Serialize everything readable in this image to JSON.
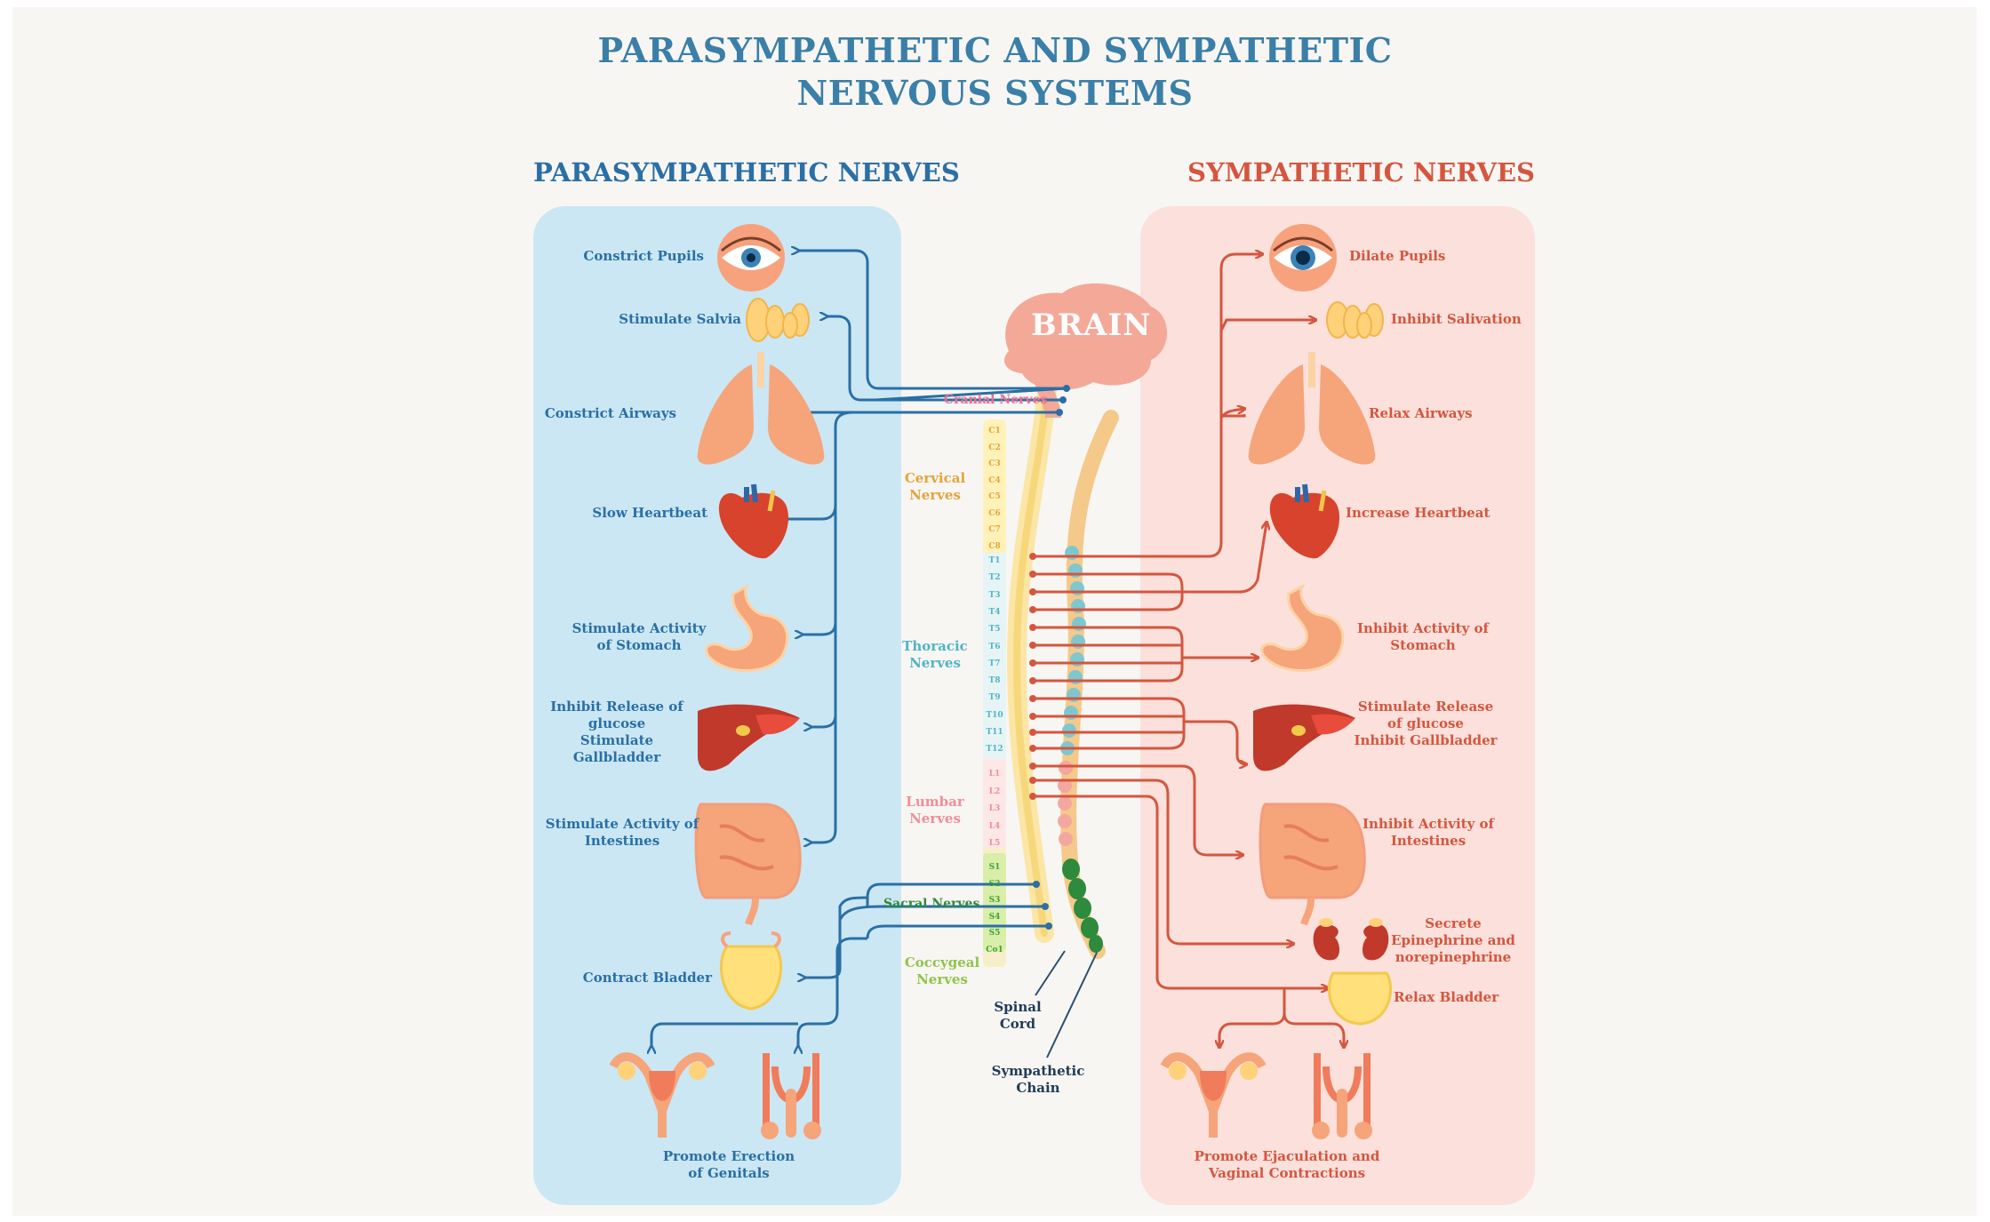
{
  "title": {
    "line1": "PARASYMPATHETIC AND SYMPATHETIC",
    "line2": "NERVOUS SYSTEMS"
  },
  "parasympathetic": {
    "heading": "PARASYMPATHETIC NERVES",
    "labels": {
      "pupils": "Constrict Pupils",
      "saliva": "Stimulate Salvia",
      "airways": "Constrict Airways",
      "heart": "Slow Heartbeat",
      "stomach": "Stimulate Activity\nof Stomach",
      "liver": "Inhibit Release of\nglucose\nStimulate Gallbladder",
      "intestines": "Stimulate Activity of\nIntestines",
      "bladder": "Contract Bladder",
      "genitals": "Promote Erection\nof Genitals"
    }
  },
  "sympathetic": {
    "heading": "SYMPATHETIC NERVES",
    "labels": {
      "pupils": "Dilate Pupils",
      "saliva": "Inhibit Salivation",
      "airways": "Relax Airways",
      "heart": "Increase Heartbeat",
      "stomach": "Inhibit Activity of\nStomach",
      "liver": "Stimulate Release\nof glucose\nInhibit Gallbladder",
      "intestines": "Inhibit Activity of\nIntestines",
      "adrenal": "Secrete\nEpinephrine and\nnorepinephrine",
      "bladder": "Relax Bladder",
      "genitals": "Promote Ejaculation and\nVaginal Contractions"
    }
  },
  "center": {
    "brain": "BRAIN",
    "cranial": "Cranial Nerves",
    "cervical": "Cervical\nNerves",
    "thoracic": "Thoracic\nNerves",
    "lumbar": "Lumbar\nNerves",
    "sacral": "Sacral Nerves",
    "coccygeal": "Coccygeal\nNerves",
    "spinal_cord": "Spinal\nCord",
    "sympathetic_chain": "Sympathetic\nChain"
  },
  "vertebrae": {
    "cervical": [
      "C1",
      "C2",
      "C3",
      "C4",
      "C5",
      "C6",
      "C7",
      "C8"
    ],
    "thoracic": [
      "T1",
      "T2",
      "T3",
      "T4",
      "T5",
      "T6",
      "T7",
      "T8",
      "T9",
      "T10",
      "T11",
      "T12"
    ],
    "lumbar": [
      "L1",
      "L2",
      "L3",
      "L4",
      "L5"
    ],
    "sacral": [
      "S1",
      "S2",
      "S3",
      "S4",
      "S5",
      "Co1"
    ]
  },
  "colors": {
    "parasympathetic": "#2a6fa5",
    "sympathetic": "#d4563f",
    "title": "#3a7fa8",
    "cervical": "#e5a33b",
    "thoracic": "#4fb5c6",
    "lumbar": "#f08e97",
    "sacral": "#3ea33a",
    "coccygeal": "#8fc44a",
    "cranial": "#ea6e8e"
  }
}
